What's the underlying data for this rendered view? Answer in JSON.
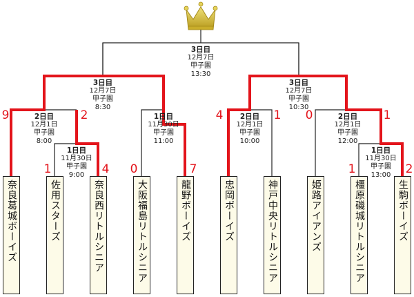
{
  "title": "Tournament Bracket",
  "trophy": {
    "icon": "crown-icon",
    "color": "#d6c23a"
  },
  "colors": {
    "winner_line": "#e3141b",
    "line": "#222222",
    "team_box_bg": "#fdfbe8",
    "score": "#e3141b"
  },
  "teams": [
    {
      "name": "奈良葛城ボーイズ",
      "score": "9"
    },
    {
      "name": "佐用スターズ",
      "score": "1"
    },
    {
      "name": "奈良西リトルシニア",
      "score": "4"
    },
    {
      "name": "大阪福島リトルシニア",
      "score": "0"
    },
    {
      "name": "龍野ボーイズ",
      "score": "7"
    },
    {
      "name": "忠岡ボーイズ",
      "score": "4"
    },
    {
      "name": "神戸中央リトルシニア",
      "score": "1"
    },
    {
      "name": "姫路アイアンズ",
      "score": "0"
    },
    {
      "name": "橿原磯城リトルシニア",
      "score": "1"
    },
    {
      "name": "生駒ボーイズ",
      "score": "2"
    }
  ],
  "intermediate_scores": {
    "left_qf_winner_vs": "2",
    "right_qf_winner_vs": "1"
  },
  "matches": {
    "final": {
      "day": "3日目",
      "date": "12月7日",
      "venue": "甲子園",
      "time": "13:30"
    },
    "semi_left": {
      "day": "3日目",
      "date": "12月7日",
      "venue": "甲子園",
      "time": "8:30"
    },
    "semi_right": {
      "day": "3日目",
      "date": "12月7日",
      "venue": "甲子園",
      "time": "10:30"
    },
    "qf_left_a": {
      "day": "2日目",
      "date": "12月1日",
      "venue": "甲子園",
      "time": "8:00"
    },
    "r1_left": {
      "day": "1日目",
      "date": "11月30日",
      "venue": "甲子園",
      "time": "9:00"
    },
    "qf_left_b": {
      "day": "1日目",
      "date": "11月30日",
      "venue": "甲子園",
      "time": "11:00"
    },
    "qf_right_a": {
      "day": "2日目",
      "date": "12月1日",
      "venue": "甲子園",
      "time": "10:00"
    },
    "qf_right_b": {
      "day": "2日目",
      "date": "12月1日",
      "venue": "甲子園",
      "time": "12:00"
    },
    "r1_right": {
      "day": "1日目",
      "date": "11月30日",
      "venue": "甲子園",
      "time": "13:00"
    }
  }
}
